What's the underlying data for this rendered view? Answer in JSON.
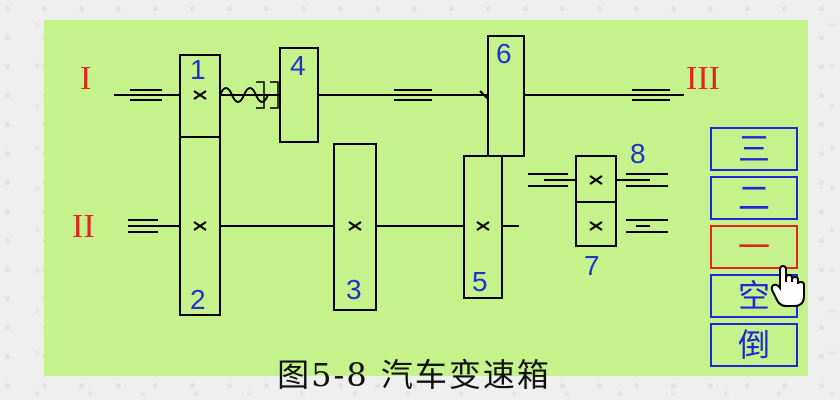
{
  "caption": "图5-8  汽车变速箱",
  "shaft_labels": {
    "shaft1": "I",
    "shaft2": "II",
    "shaft3": "III"
  },
  "gear_labels": {
    "g1": "1",
    "g2": "2",
    "g3": "3",
    "g4": "4",
    "g5": "5",
    "g6": "6",
    "g7": "7",
    "g8": "8"
  },
  "gear_buttons": [
    {
      "label": "三",
      "active": false
    },
    {
      "label": "二",
      "active": false
    },
    {
      "label": "一",
      "active": true
    },
    {
      "label": "空",
      "active": false
    },
    {
      "label": "倒",
      "active": false
    }
  ],
  "colors": {
    "background": "#c6f28b",
    "shaft_label": "#e32420",
    "gear_label": "#2233cc",
    "button": "#1f28d6",
    "active_button": "#e32420"
  },
  "icons": {
    "cursor": "hand-pointer-icon"
  }
}
